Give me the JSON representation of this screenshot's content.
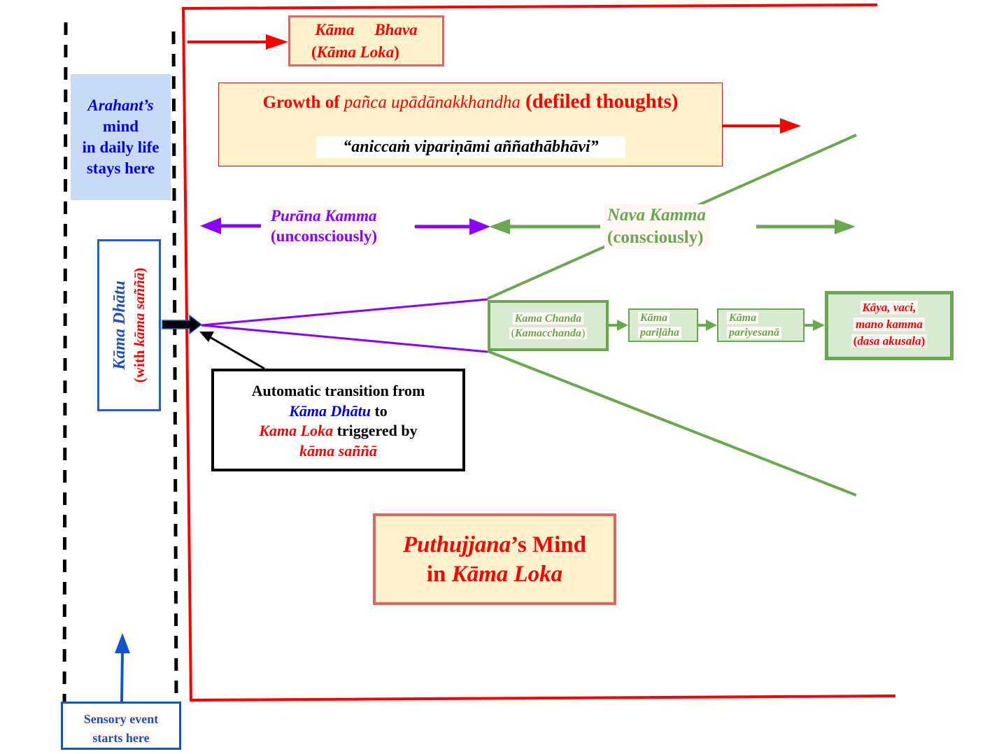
{
  "diagram": {
    "kama_bhava": {
      "line1_a": "Kāma",
      "line1_b": "Bhava",
      "line2_open": "(",
      "line2_it": "Kāma Loka",
      "line2_close": ")"
    },
    "growth": {
      "prefix": "Growth of ",
      "term": "pañca upādānakkhandha",
      "suffix": " (defiled thoughts)",
      "quote": "“aniccaṁ vipariṇāmi aññathābhāvi”"
    },
    "arahant": {
      "line1": "Arahant’s",
      "line2": "mind",
      "line3": "in daily life",
      "line4": "stays here"
    },
    "kama_dhatu": {
      "title": "Kāma Dhātu",
      "sub_open": "(with ",
      "sub_term": "kāma saññā",
      "sub_close": ")"
    },
    "purana_kamma": {
      "title": "Purāna Kamma",
      "sub": "(unconsciously)"
    },
    "nava_kamma": {
      "title": "Nava Kamma",
      "sub": "(consciously)"
    },
    "chain": [
      {
        "line1": "Kama Chanda",
        "line2_open": "(",
        "line2_it": "Kamacchanda",
        "line2_close": ")"
      },
      {
        "line1": "Kāma",
        "line2": "pariḷāha"
      },
      {
        "line1": "Kāma",
        "line2": "pariyesanā"
      },
      {
        "line1": "Kāya, vaci,",
        "line2": "mano kamma",
        "line3_open": "(",
        "line3_it": "dasa akusala",
        "line3_close": ")"
      }
    ],
    "auto_transition": {
      "line1": "Automatic transition from",
      "line2_term": "Kāma Dhātu",
      "line2_rest": " to",
      "line3_term": "Kama Loka",
      "line3_rest": " triggered by",
      "line4_term": "kāma saññā"
    },
    "puthujjana": {
      "line1_it": "Puthujjana",
      "line1_rest": "’s Mind",
      "line2_pre": "in ",
      "line2_it": "Kāma Loka"
    },
    "sensory": {
      "line1": "Sensory event",
      "line2": "starts here"
    },
    "colors": {
      "red": "#ff0000",
      "box_fill": "#fff2cc",
      "box_border": "#e06666",
      "blue": "#0000ee",
      "arahant_fill": "#c9daf8",
      "purple": "#8b00ff",
      "green": "#6aa84f",
      "green_fill": "#d9ead3"
    }
  }
}
